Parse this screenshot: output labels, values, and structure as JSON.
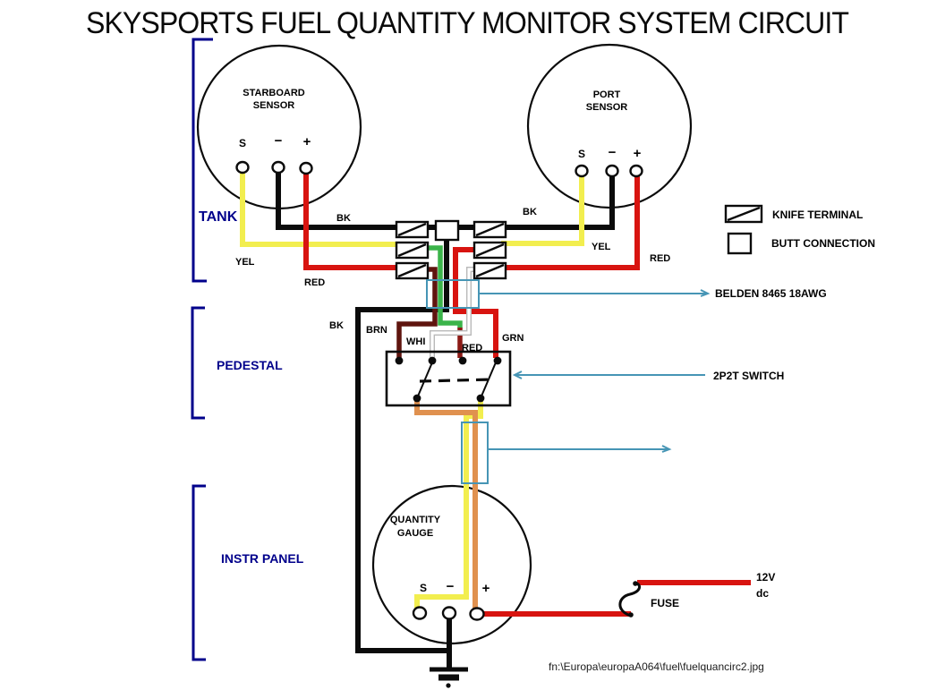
{
  "title": "SKYSPORTS FUEL QUANTITY MONITOR SYSTEM CIRCUIT",
  "colors": {
    "black": "#0b0b0b",
    "yellow": "#f2ee4f",
    "red": "#d81410",
    "dark_red": "#8c1a15",
    "green": "#3bb44a",
    "brown": "#5f140e",
    "orange": "#e0914f",
    "white_wire": "#ffffff",
    "wire_outline": "#b9b9b9",
    "navy": "#00008b",
    "callout_blue": "#4695b5"
  },
  "components": {
    "starboard_sensor": {
      "line1": "STARBOARD",
      "line2": "SENSOR"
    },
    "port_sensor": {
      "line1": "PORT",
      "line2": "SENSOR"
    },
    "quantity_gauge": {
      "line1": "QUANTITY",
      "line2": "GAUGE"
    },
    "terminals": {
      "s": "S",
      "minus": "−",
      "plus": "+"
    }
  },
  "zones": {
    "tank": "TANK",
    "pedestal": "PEDESTAL",
    "instr_panel": "INSTR PANEL"
  },
  "wire_labels": {
    "stbd_bk": "BK",
    "stbd_yel": "YEL",
    "stbd_red": "RED",
    "port_bk": "BK",
    "port_yel": "YEL",
    "port_red": "RED",
    "ped_bk": "BK",
    "ped_brn": "BRN",
    "ped_whi": "WHI",
    "ped_red": "RED",
    "ped_grn": "GRN"
  },
  "legend": {
    "knife": "KNIFE TERMINAL",
    "butt": "BUTT CONNECTION"
  },
  "callouts": {
    "belden": "BELDEN 8465 18AWG",
    "switch": "2P2T SWITCH"
  },
  "power": {
    "voltage": "12V",
    "current_type": "dc",
    "fuse": "FUSE"
  },
  "footer": {
    "filename": "fn:\\Europa\\europaA064\\fuel\\fuelquancirc2.jpg"
  }
}
